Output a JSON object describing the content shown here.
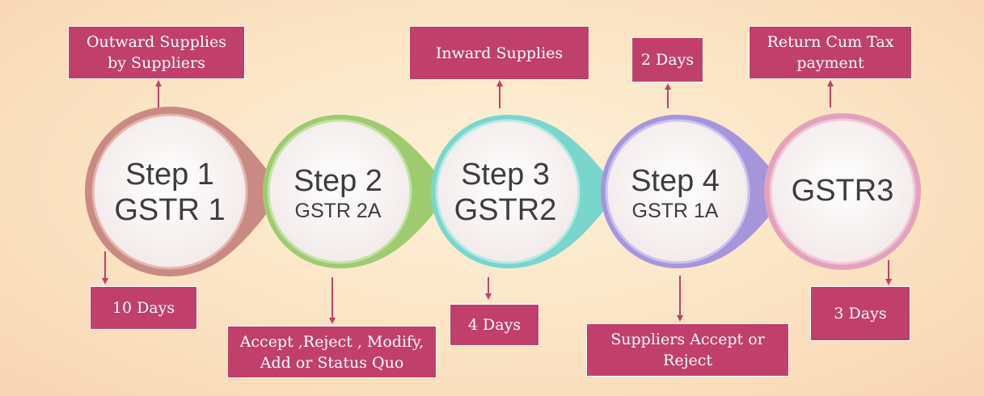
{
  "steps": [
    {
      "title": "Step 1",
      "subtitle": "GSTR 1"
    },
    {
      "title": "Step 2",
      "subtitle": "GSTR 2A"
    },
    {
      "title": "Step 3",
      "subtitle": "GSTR2"
    },
    {
      "title": "Step 4",
      "subtitle": "GSTR 1A"
    },
    {
      "title": "GSTR3",
      "subtitle": ""
    }
  ],
  "callouts": {
    "top": [
      "Outward Supplies\nby Suppliers",
      "Inward Supplies",
      "2 Days",
      "Return Cum Tax\npayment"
    ],
    "bottom": [
      "10 Days",
      "Accept ,Reject , Modify,\nAdd or Status Quo",
      "4 Days",
      "Suppliers Accept or\nReject",
      "3 Days"
    ]
  },
  "colors": {
    "box": "#c13f6b",
    "step1": "#c98a83",
    "step2": "#9fcb70",
    "step3": "#7ad6cc",
    "step4": "#a596dc",
    "step5": "#e2a2bc"
  }
}
